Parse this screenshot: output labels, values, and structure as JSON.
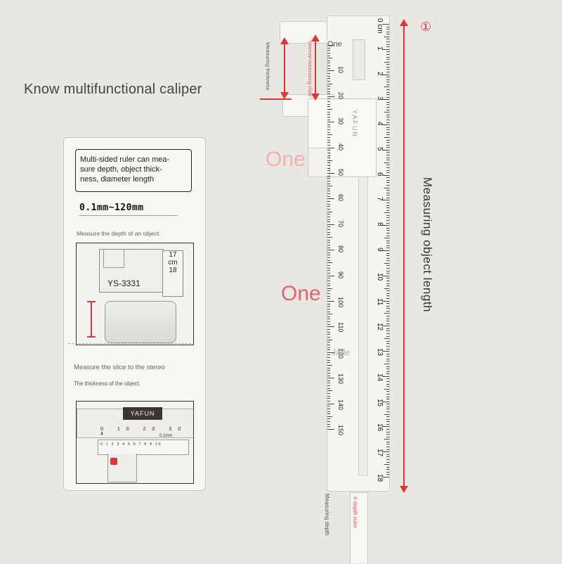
{
  "headline": "Know multifunctional caliper",
  "panel": {
    "info_text": "Multi-sided ruler can mea-\nsure depth, object thick-\nness, diameter length",
    "range": "0.1mm~120mm",
    "caption_depth": "Measure the depth of an object.",
    "photo1_label": "YS-3331",
    "photo1_cm": [
      "17",
      "cm",
      "18"
    ],
    "caption_slice": "Measure the slice to the stereo",
    "caption_thickness": "The thickness of the object.",
    "photo2_brand": "YAFUN",
    "photo2_scale": "0 10 20 30 4",
    "photo2_vernier": "0 1 2 3 4 5 6 7 8 9 10",
    "photo2_mm": "0.1mm"
  },
  "caliper": {
    "brand": "YAFUN",
    "mm_labels": [
      "10",
      "20",
      "30",
      "40",
      "50",
      "60",
      "70",
      "80",
      "90",
      "100",
      "110",
      "120",
      "130",
      "140",
      "150"
    ],
    "cm_labels": [
      "1",
      "2",
      "3",
      "4",
      "5",
      "6",
      "7",
      "8",
      "9",
      "10",
      "11",
      "12",
      "13",
      "14",
      "15",
      "16",
      "17",
      "18"
    ],
    "zero_label": "0 cm"
  },
  "annotations": {
    "circle_number": "①",
    "length_label": "Measuring object length",
    "thickness_label": "Measuring thickness",
    "inner_label": "Internal measuring claw",
    "depth_left": "Measuring depth",
    "depth_right": "# depth ruler",
    "watermark_one": "One",
    "watermark_jade": "Jade",
    "colors": {
      "accent_red": "#e0333a",
      "background": "#e9e7e1"
    }
  }
}
